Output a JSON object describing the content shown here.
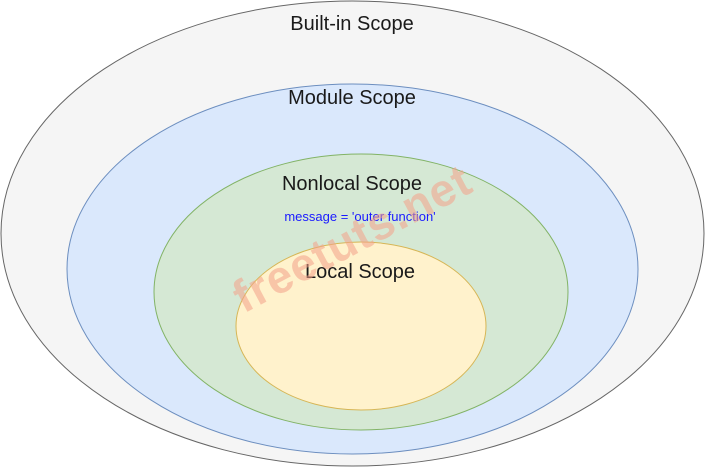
{
  "scopes": {
    "builtin": {
      "label": "Built-in Scope",
      "fill": "#f5f5f5",
      "stroke": "#666666"
    },
    "module": {
      "label": "Module Scope",
      "fill": "#dae8fc",
      "stroke": "#6c8ebf"
    },
    "nonlocal": {
      "label": "Nonlocal Scope",
      "fill": "#d5e8d4",
      "stroke": "#82b366"
    },
    "local": {
      "label": "Local Scope",
      "fill": "#fff2cc",
      "stroke": "#d6b656"
    }
  },
  "nonlocal_code": {
    "var": "message",
    "eq": " = ",
    "value": "'outer function'",
    "var_color": "#1a1aff",
    "value_color": "#1a1aff"
  },
  "watermark": {
    "text": "freetuts.net",
    "color": "#f4a28a"
  }
}
